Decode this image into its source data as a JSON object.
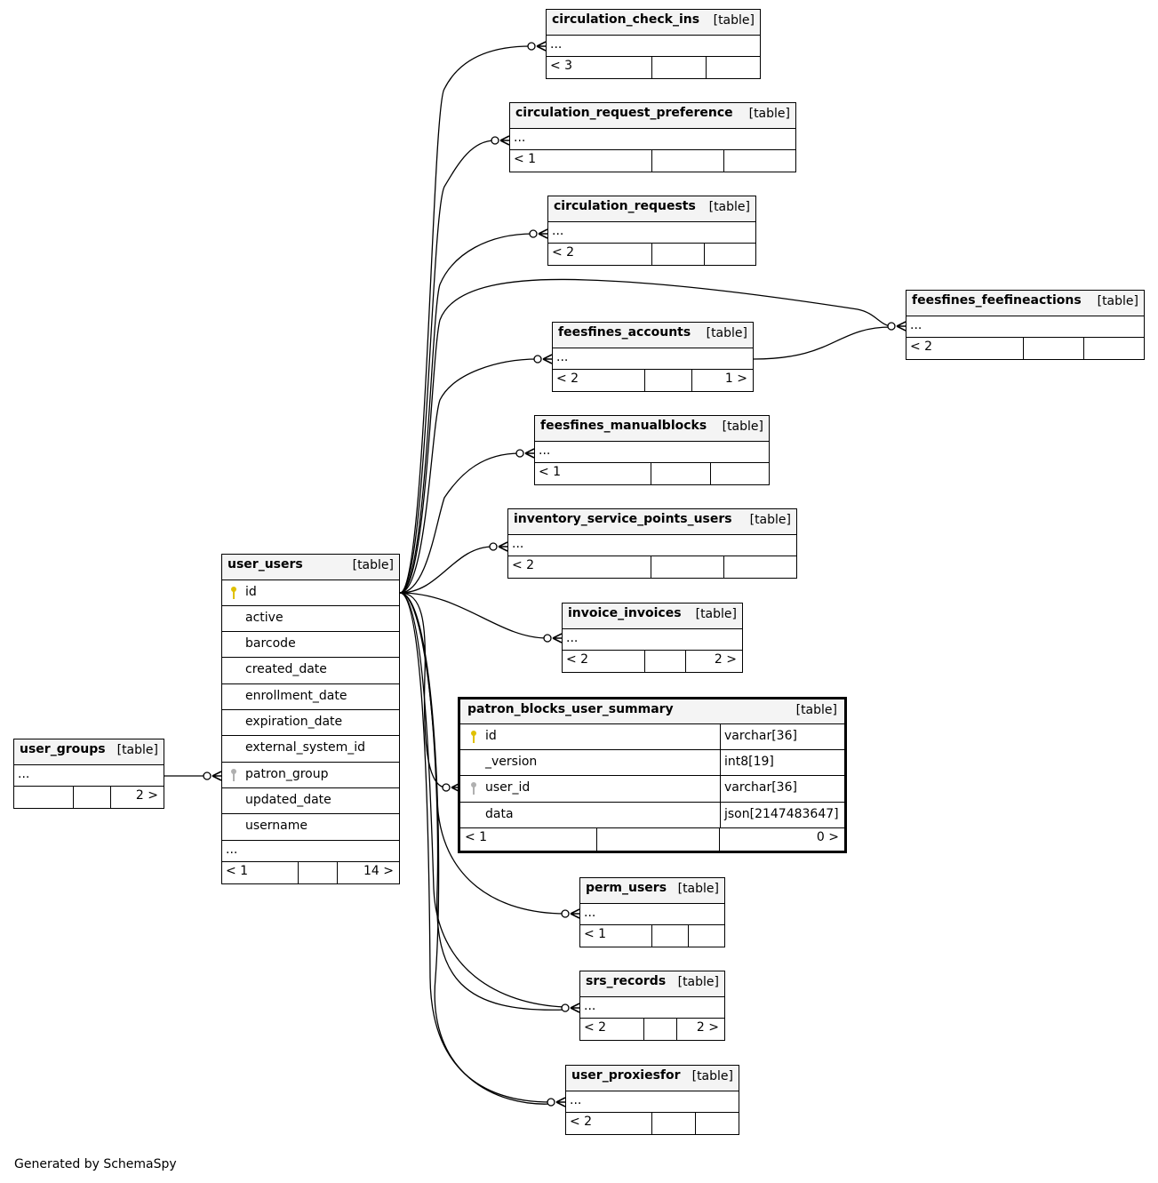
{
  "footer": "Generated by SchemaSpy",
  "colors": {
    "primary_key": "#e0c000",
    "foreign_key": "#b0b0b0",
    "header_bg": "#f4f4f4"
  },
  "tables": {
    "circulation_check_ins": {
      "name": "circulation_check_ins",
      "kind": "[table]",
      "ellipsis": "...",
      "footer": [
        "< 3",
        "",
        ""
      ]
    },
    "circulation_request_preference": {
      "name": "circulation_request_preference",
      "kind": "[table]",
      "ellipsis": "...",
      "footer": [
        "< 1",
        "",
        ""
      ]
    },
    "circulation_requests": {
      "name": "circulation_requests",
      "kind": "[table]",
      "ellipsis": "...",
      "footer": [
        "< 2",
        "",
        ""
      ]
    },
    "feesfines_feefineactions": {
      "name": "feesfines_feefineactions",
      "kind": "[table]",
      "ellipsis": "...",
      "footer": [
        "< 2",
        "",
        ""
      ]
    },
    "feesfines_accounts": {
      "name": "feesfines_accounts",
      "kind": "[table]",
      "ellipsis": "...",
      "footer": [
        "< 2",
        "",
        "1 >"
      ]
    },
    "feesfines_manualblocks": {
      "name": "feesfines_manualblocks",
      "kind": "[table]",
      "ellipsis": "...",
      "footer": [
        "< 1",
        "",
        ""
      ]
    },
    "inventory_service_points_users": {
      "name": "inventory_service_points_users",
      "kind": "[table]",
      "ellipsis": "...",
      "footer": [
        "< 2",
        "",
        ""
      ]
    },
    "invoice_invoices": {
      "name": "invoice_invoices",
      "kind": "[table]",
      "ellipsis": "...",
      "footer": [
        "< 2",
        "",
        "2 >"
      ]
    },
    "user_users": {
      "name": "user_users",
      "kind": "[table]",
      "columns": [
        {
          "name": "id",
          "key": "primary"
        },
        {
          "name": "active",
          "key": ""
        },
        {
          "name": "barcode",
          "key": ""
        },
        {
          "name": "created_date",
          "key": ""
        },
        {
          "name": "enrollment_date",
          "key": ""
        },
        {
          "name": "expiration_date",
          "key": ""
        },
        {
          "name": "external_system_id",
          "key": ""
        },
        {
          "name": "patron_group",
          "key": "foreign"
        },
        {
          "name": "updated_date",
          "key": ""
        },
        {
          "name": "username",
          "key": ""
        }
      ],
      "ellipsis": "...",
      "footer": [
        "< 1",
        "",
        "14 >"
      ]
    },
    "user_groups": {
      "name": "user_groups",
      "kind": "[table]",
      "ellipsis": "...",
      "footer": [
        "",
        "",
        "2 >"
      ]
    },
    "patron_blocks_user_summary": {
      "name": "patron_blocks_user_summary",
      "kind": "[table]",
      "columns": [
        {
          "name": "id",
          "type": "varchar[36]",
          "key": "primary"
        },
        {
          "name": "_version",
          "type": "int8[19]",
          "key": ""
        },
        {
          "name": "user_id",
          "type": "varchar[36]",
          "key": "foreign"
        },
        {
          "name": "data",
          "type": "json[2147483647]",
          "key": ""
        }
      ],
      "footer": [
        "< 1",
        "",
        "0 >"
      ]
    },
    "perm_users": {
      "name": "perm_users",
      "kind": "[table]",
      "ellipsis": "...",
      "footer": [
        "< 1",
        "",
        ""
      ]
    },
    "srs_records": {
      "name": "srs_records",
      "kind": "[table]",
      "ellipsis": "...",
      "footer": [
        "< 2",
        "",
        "2 >"
      ]
    },
    "user_proxiesfor": {
      "name": "user_proxiesfor",
      "kind": "[table]",
      "ellipsis": "...",
      "footer": [
        "< 2",
        "",
        ""
      ]
    }
  }
}
